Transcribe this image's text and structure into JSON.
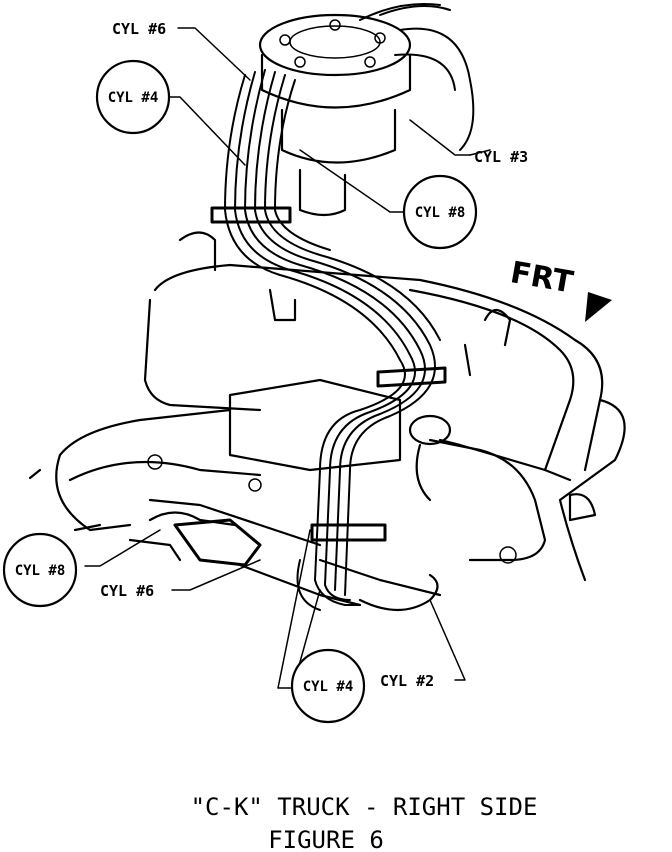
{
  "labels": {
    "cyl6_top": "CYL #6",
    "cyl4_top": "CYL #4",
    "cyl3": "CYL #3",
    "cyl8_top": "CYL #8",
    "cyl8_left": "CYL #8",
    "cyl6_bottom": "CYL #6",
    "cyl4_bottom": "CYL #4",
    "cyl2": "CYL #2",
    "front": "FRT"
  },
  "caption": {
    "line1": "\"C-K\" TRUCK - RIGHT SIDE",
    "line2": "FIGURE 6"
  },
  "colors": {
    "ink": "#000000",
    "paper": "#ffffff"
  },
  "icons": {
    "front_arrow": "front-arrow-icon"
  }
}
